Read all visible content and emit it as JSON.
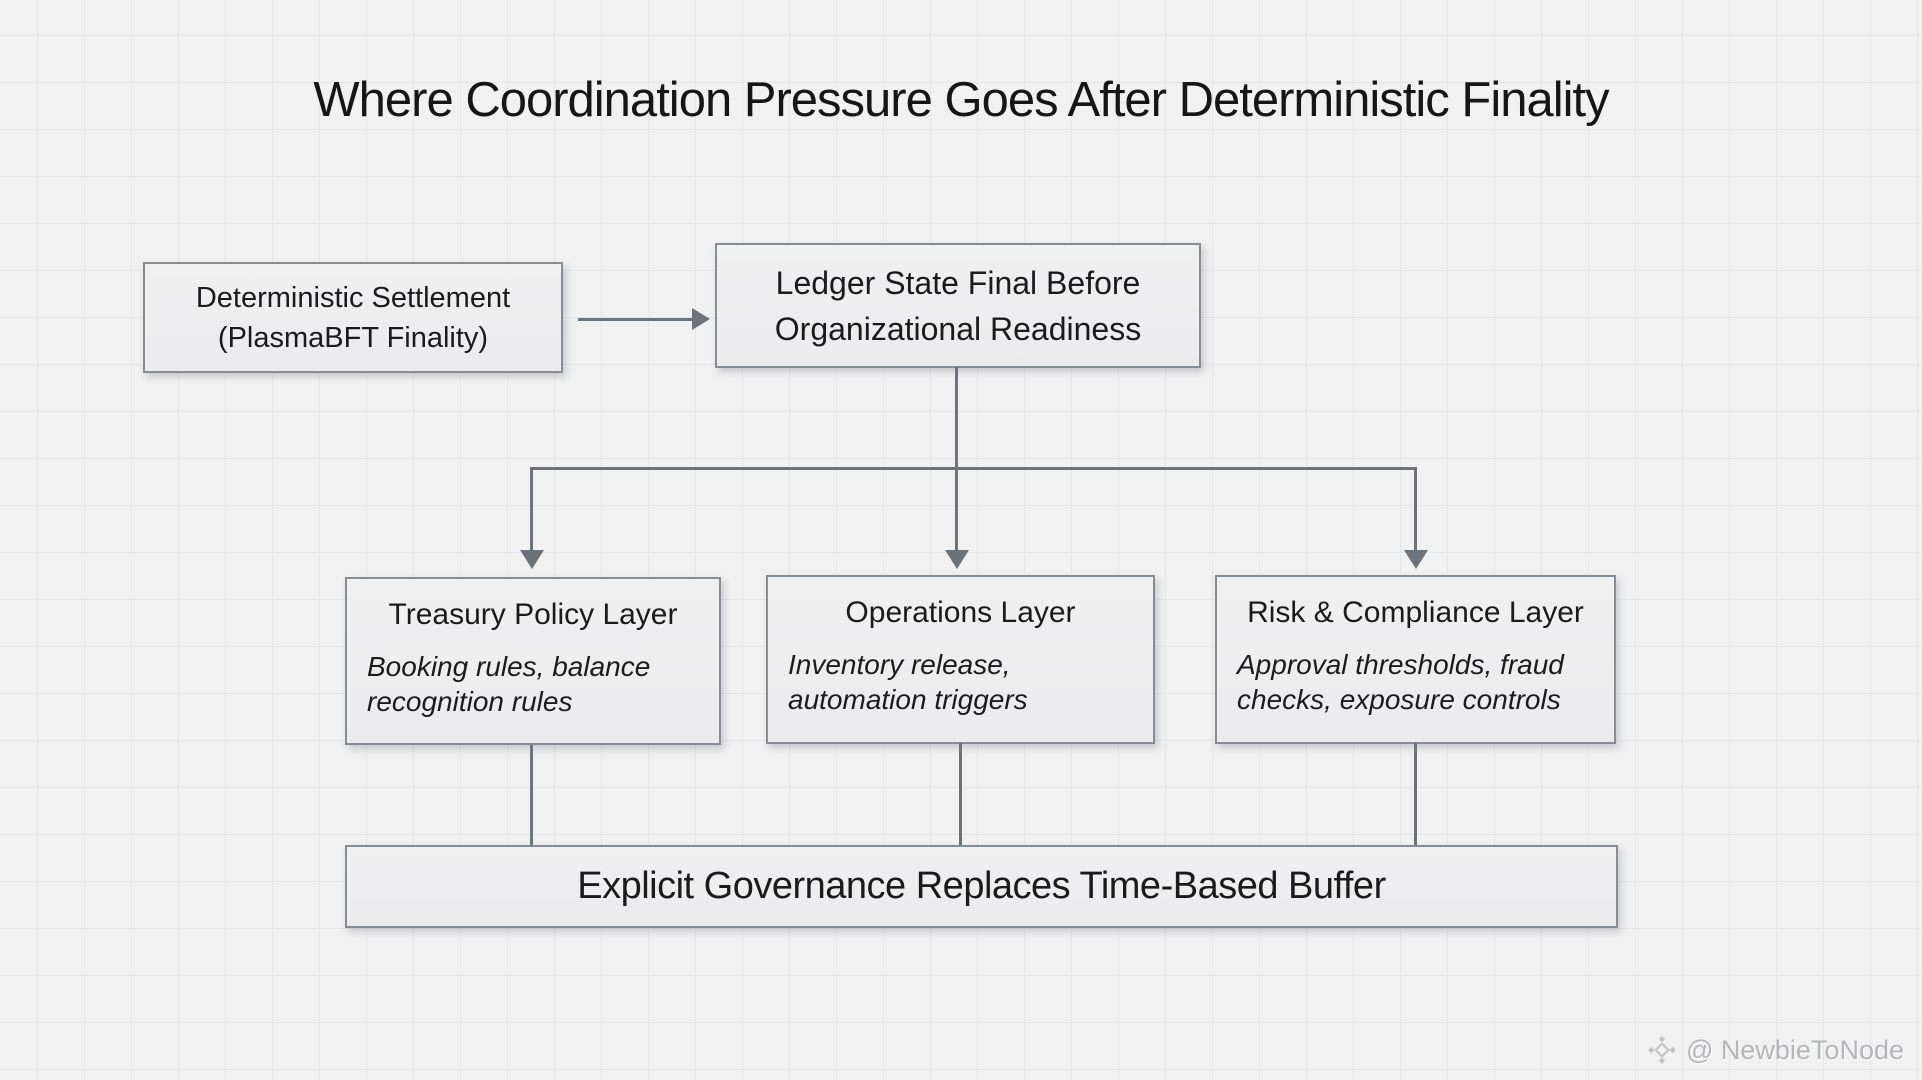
{
  "page": {
    "title": "Where Coordination Pressure Goes After Deterministic Finality"
  },
  "nodes": {
    "source": {
      "line1": "Deterministic Settlement",
      "line2": "(PlasmaBFT Finality)"
    },
    "event": {
      "line1": "Ledger State Final Before",
      "line2": "Organizational Readiness"
    },
    "layers": [
      {
        "title": "Treasury Policy Layer",
        "subtitle": "Booking rules, balance recognition rules"
      },
      {
        "title": "Operations Layer",
        "subtitle": "Inventory release, automation triggers"
      },
      {
        "title": "Risk & Compliance Layer",
        "subtitle": "Approval thresholds, fraud checks, exposure controls"
      }
    ],
    "outcome": {
      "label": "Explicit Governance Replaces Time-Based Buffer"
    }
  },
  "connectors": {
    "flow": "source-to-event-arrow",
    "fanout": "event-to-three-layers-arrows",
    "merge": "layers-to-outcome-lines"
  },
  "watermark": {
    "icon": "plasma-diamond-icon",
    "handle": "@ NewbieToNode"
  },
  "colors": {
    "background": "#f1f1f2",
    "grid_line": "#e5e6e8",
    "box_fill": "#eeeeef",
    "box_border": "#878d95",
    "connector": "#6d737b",
    "text": "#1b1b1b",
    "watermark": "#b5b6b8"
  }
}
